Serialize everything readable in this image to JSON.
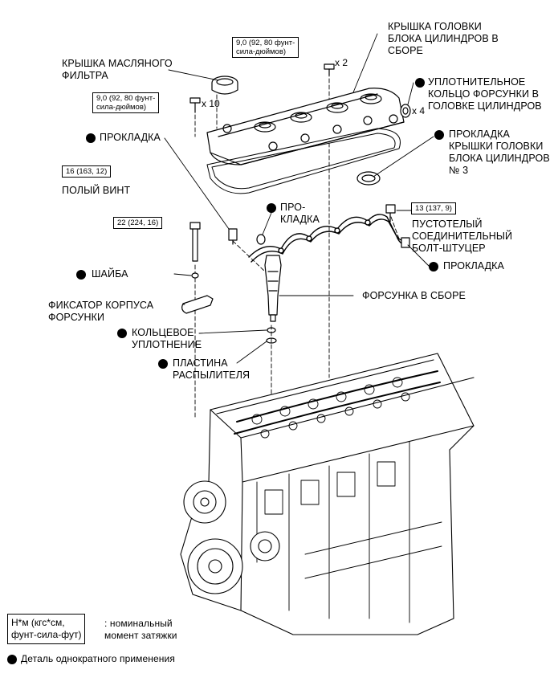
{
  "labels": {
    "oil_filler_cap": "КРЫШКА МАСЛЯНОГО\nФИЛЬТРА",
    "cylinder_head_cover_assy": "КРЫШКА ГОЛОВКИ\nБЛОКА ЦИЛИНДРОВ В\nСБОРЕ",
    "injector_seal_ring": "УПЛОТНИТЕЛЬНОЕ\nКОЛЬЦО ФОРСУНКИ В\nГОЛОВКЕ ЦИЛИНДРОВ",
    "head_cover_gasket_3": "ПРОКЛАДКА\nКРЫШКИ ГОЛОВКИ\nБЛОКА ЦИЛИНДРОВ\n№ 3",
    "gasket_upper": "ПРОКЛАДКА",
    "hollow_screw": "ПОЛЫЙ ВИНТ",
    "gasket_split": "ПРО-\nКЛАДКА",
    "union_bolt": "ПУСТОТЕЛЫЙ\nСОЕДИНИТЕЛЬНЫЙ\nБОЛТ-ШТУЦЕР",
    "gasket_right": "ПРОКЛАДКА",
    "washer": "ШАЙБА",
    "injector_assy": "ФОРСУНКА В СБОРЕ",
    "injector_clamp": "ФИКСАТОР КОРПУСА\nФОРСУНКИ",
    "o_ring": "КОЛЬЦЕВОЕ\nУПЛОТНЕНИЕ",
    "nozzle_plate": "ПЛАСТИНА\nРАСПЫЛИТЕЛЯ"
  },
  "torques": {
    "cover_top": "9,0 (92, 80 фунт-\nсила-дюймов)",
    "cover_side": "9,0 (92, 80 фунт-\nсила-дюймов)",
    "hollow_screw": "16 (163, 12)",
    "clamp_bolt": "22 (224, 16)",
    "union_bolt": "13 (137, 9)"
  },
  "quantities": {
    "x2": "x 2",
    "x10": "x 10",
    "x4": "x 4"
  },
  "legend": {
    "torque_box": "Н*м (кгс*см,\nфунт-сила-фут)",
    "torque_text": ": номинальный\nмомент затяжки",
    "non_reusable": "Деталь однократного применения"
  }
}
